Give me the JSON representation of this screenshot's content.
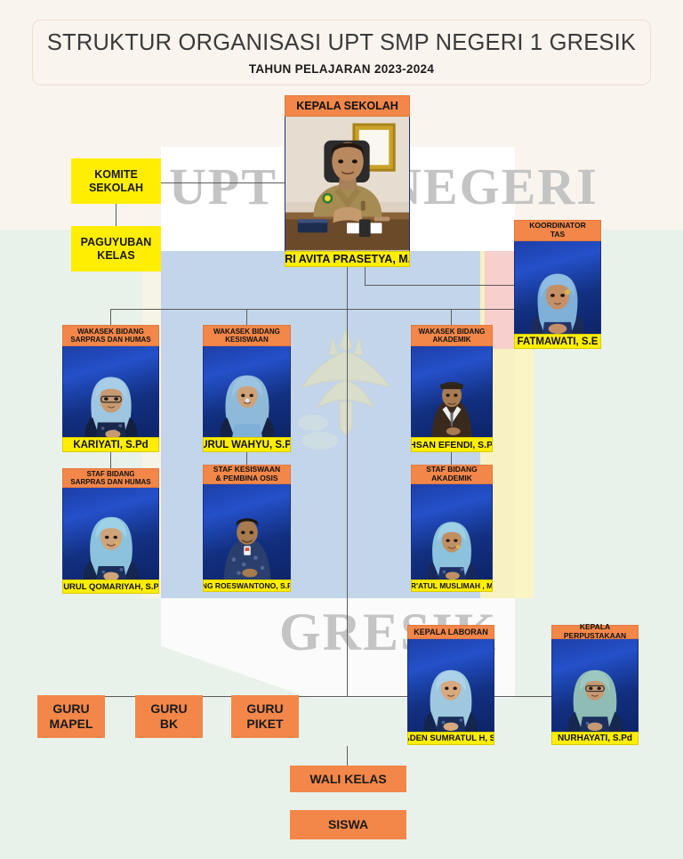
{
  "header": {
    "title": "STRUKTUR ORGANISASI UPT SMP NEGERI 1 GRESIK",
    "subtitle": "TAHUN PELAJARAN 2023-2024"
  },
  "watermark": {
    "word_left": "UPT",
    "word_right": "NEGERI",
    "word_bottom": "GRESIK"
  },
  "colors": {
    "page_bg": "#e9f2ea",
    "header_bg": "#faf4ee",
    "role_header": "#f28749",
    "name_bar": "#ffee00",
    "plain_box_orange": "#f28749",
    "plain_box_yellow": "#ffee00",
    "connector": "#5c5c5c"
  },
  "principal": {
    "role": "KEPALA SEKOLAH",
    "name": "BERI AVITA PRASETYA, M.Pd"
  },
  "committee": [
    {
      "label": "KOMITE\nSEKOLAH"
    },
    {
      "label": "PAGUYUBAN\nKELAS"
    }
  ],
  "committee_flat": {
    "komite_line1": "KOMITE",
    "komite_line2": "SEKOLAH",
    "paguyuban_line1": "PAGUYUBAN",
    "paguyuban_line2": "KELAS"
  },
  "coordinator_tas": {
    "role_line1": "KOORDINATOR",
    "role_line2": "TAS",
    "name": "FATMAWATI, S.E"
  },
  "wakasek": [
    {
      "role_line1": "WAKASEK BIDANG",
      "role_line2": "SARPRAS DAN HUMAS",
      "name": "KARIYATI, S.Pd"
    },
    {
      "role_line1": "WAKASEK BIDANG",
      "role_line2": "KESISWAAN",
      "name": "NURUL WAHYU, S.Pd."
    },
    {
      "role_line1": "WAKASEK BIDANG",
      "role_line2": "AKADEMIK",
      "name": "IKHSAN EFENDI, S.Pd.I"
    }
  ],
  "staf": [
    {
      "role_line1": "STAF   BIDANG",
      "role_line2": "SARPRAS DAN HUMAS",
      "name": "NURUL QOMARIYAH, S.Pd"
    },
    {
      "role_line1": "STAF KESISWAAN",
      "role_line2": "& PEMBINA OSIS",
      "name": "NANANG ROESWANTONO, S.Pd,MM."
    },
    {
      "role_line1": "STAF   BIDANG",
      "role_line2": "AKADEMIK",
      "name": "MAR'ATUL MUSLIMAH , M.Pd"
    }
  ],
  "support": [
    {
      "role": "KEPALA LABORAN",
      "name": "RADEN SUMRATUL H, S.T."
    },
    {
      "role": "KEPALA PERPUSTAKAAN",
      "name": "NURHAYATI, S.Pd"
    }
  ],
  "teacher_boxes": {
    "guru_mapel_l1": "GURU",
    "guru_mapel_l2": "MAPEL",
    "guru_bk_l1": "GURU",
    "guru_bk_l2": "BK",
    "guru_piket_l1": "GURU",
    "guru_piket_l2": "PIKET"
  },
  "bottom_boxes": {
    "wali_kelas": "WALI KELAS",
    "siswa": "SISWA"
  }
}
